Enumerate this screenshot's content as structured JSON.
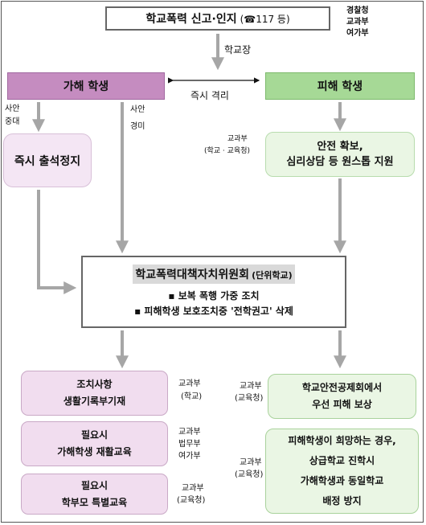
{
  "top": {
    "title": "학교폭력 신고·인지",
    "phone": "(☎117 등)",
    "agencies": [
      "경찰청",
      "교과부",
      "여가부"
    ],
    "principal": "학교장"
  },
  "offender": {
    "label": "가해 학생",
    "serious_line1": "사안",
    "serious_line2": "중대",
    "minor_line1": "사안",
    "minor_line2": "경미",
    "suspension": "즉시 출석정지"
  },
  "separation": "즉시 격리",
  "victim": {
    "label": "피해 학생",
    "safety_line1": "안전 확보,",
    "safety_line2": "심리상담 등 원스톱 지원",
    "agency_line1": "교과부",
    "agency_line2": "(학교 · 교육청)"
  },
  "committee": {
    "title": "학교폭력대책자치위원회",
    "subtitle": "(단위학교)",
    "item1": "▪ 보복 폭행 가중 조치",
    "item2": "▪ 피해학생 보호조치중 '전학권고' 삭제"
  },
  "left_boxes": {
    "record_line1": "조치사항",
    "record_line2": "생활기록부기재",
    "record_agency1": "교과부",
    "record_agency2": "(학교)",
    "edu_line1": "필요시",
    "edu_line2": "가해학생 재활교육",
    "edu_agency1": "교과부",
    "edu_agency2": "법무부",
    "edu_agency3": "여가부",
    "parent_line1": "필요시",
    "parent_line2": "학부모 특별교육",
    "parent_agency1": "교과부",
    "parent_agency2": "(교육청)"
  },
  "right_boxes": {
    "comp_line1": "학교안전공제회에서",
    "comp_line2": "우선 피해 보상",
    "comp_agency1": "교과부",
    "comp_agency2": "(교육청)",
    "prot_line1": "피해학생이 희망하는 경우,",
    "prot_line2": "상급학교 진학시",
    "prot_line3": "가해학생과 동일학교",
    "prot_line4": "배정 방지",
    "prot_agency1": "교과부",
    "prot_agency2": "(교육청)"
  },
  "colors": {
    "offender_header": "#c58cc0",
    "victim_header": "#a6d996",
    "offender_light": "#f1ddef",
    "victim_light": "#eaf6e4",
    "arrow": "#a6a6a6"
  }
}
